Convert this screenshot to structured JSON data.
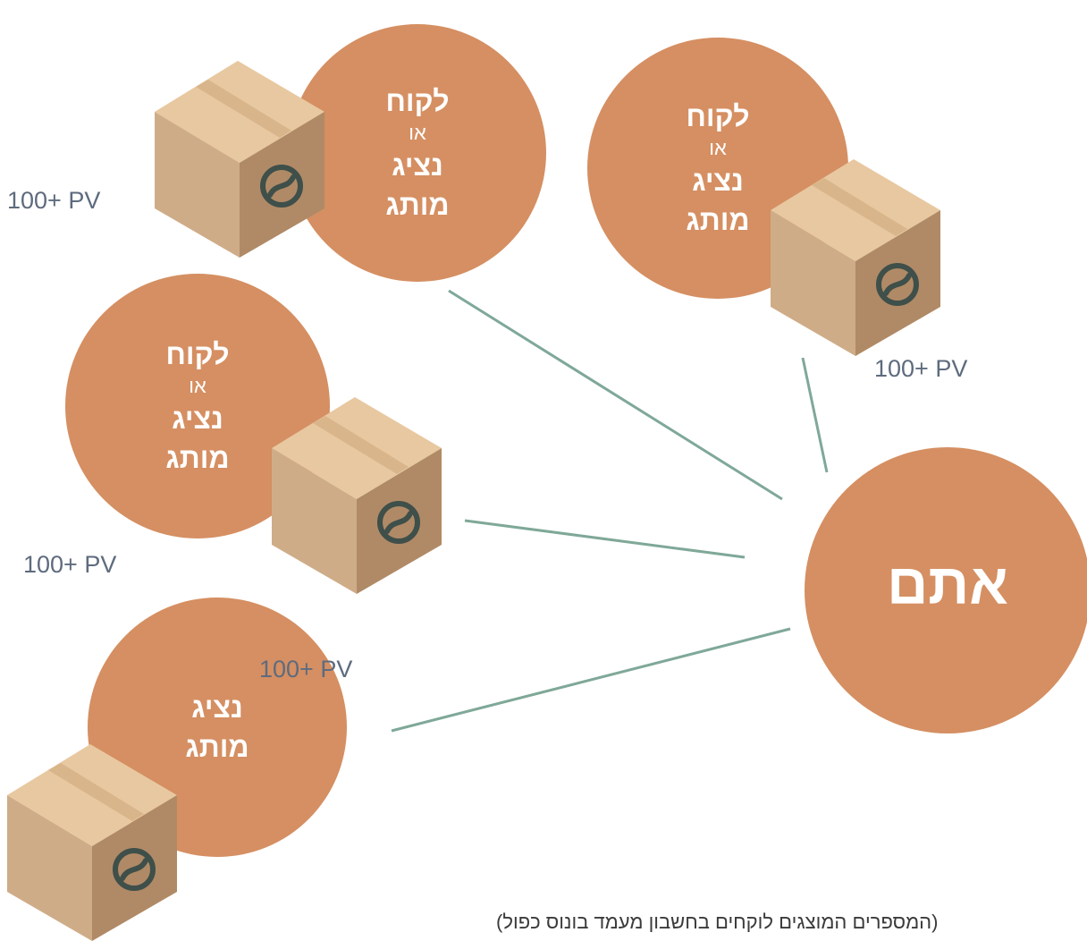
{
  "colors": {
    "circle": "#d58f62",
    "line": "#7fa898",
    "box_top": "#e8c8a0",
    "box_left": "#cfac88",
    "box_right": "#b08a66",
    "logo": "#3f4f4a",
    "pv_text": "#5e6b7e"
  },
  "center": {
    "label": "אתם"
  },
  "nodes": [
    {
      "line1": "לקוח",
      "or": "או",
      "line2": "נציג",
      "line3": "מותג",
      "pv": "100+ PV"
    },
    {
      "line1": "לקוח",
      "or": "או",
      "line2": "נציג",
      "line3": "מותג",
      "pv": "100+ PV"
    },
    {
      "line1": "לקוח",
      "or": "או",
      "line2": "נציג",
      "line3": "מותג",
      "pv": "100+ PV"
    },
    {
      "line2": "נציג",
      "line3": "מותג",
      "pv": "100+ PV"
    }
  ],
  "footnote": "(המספרים המוצגים לוקחים בחשבון מעמד בונוס כפול)"
}
